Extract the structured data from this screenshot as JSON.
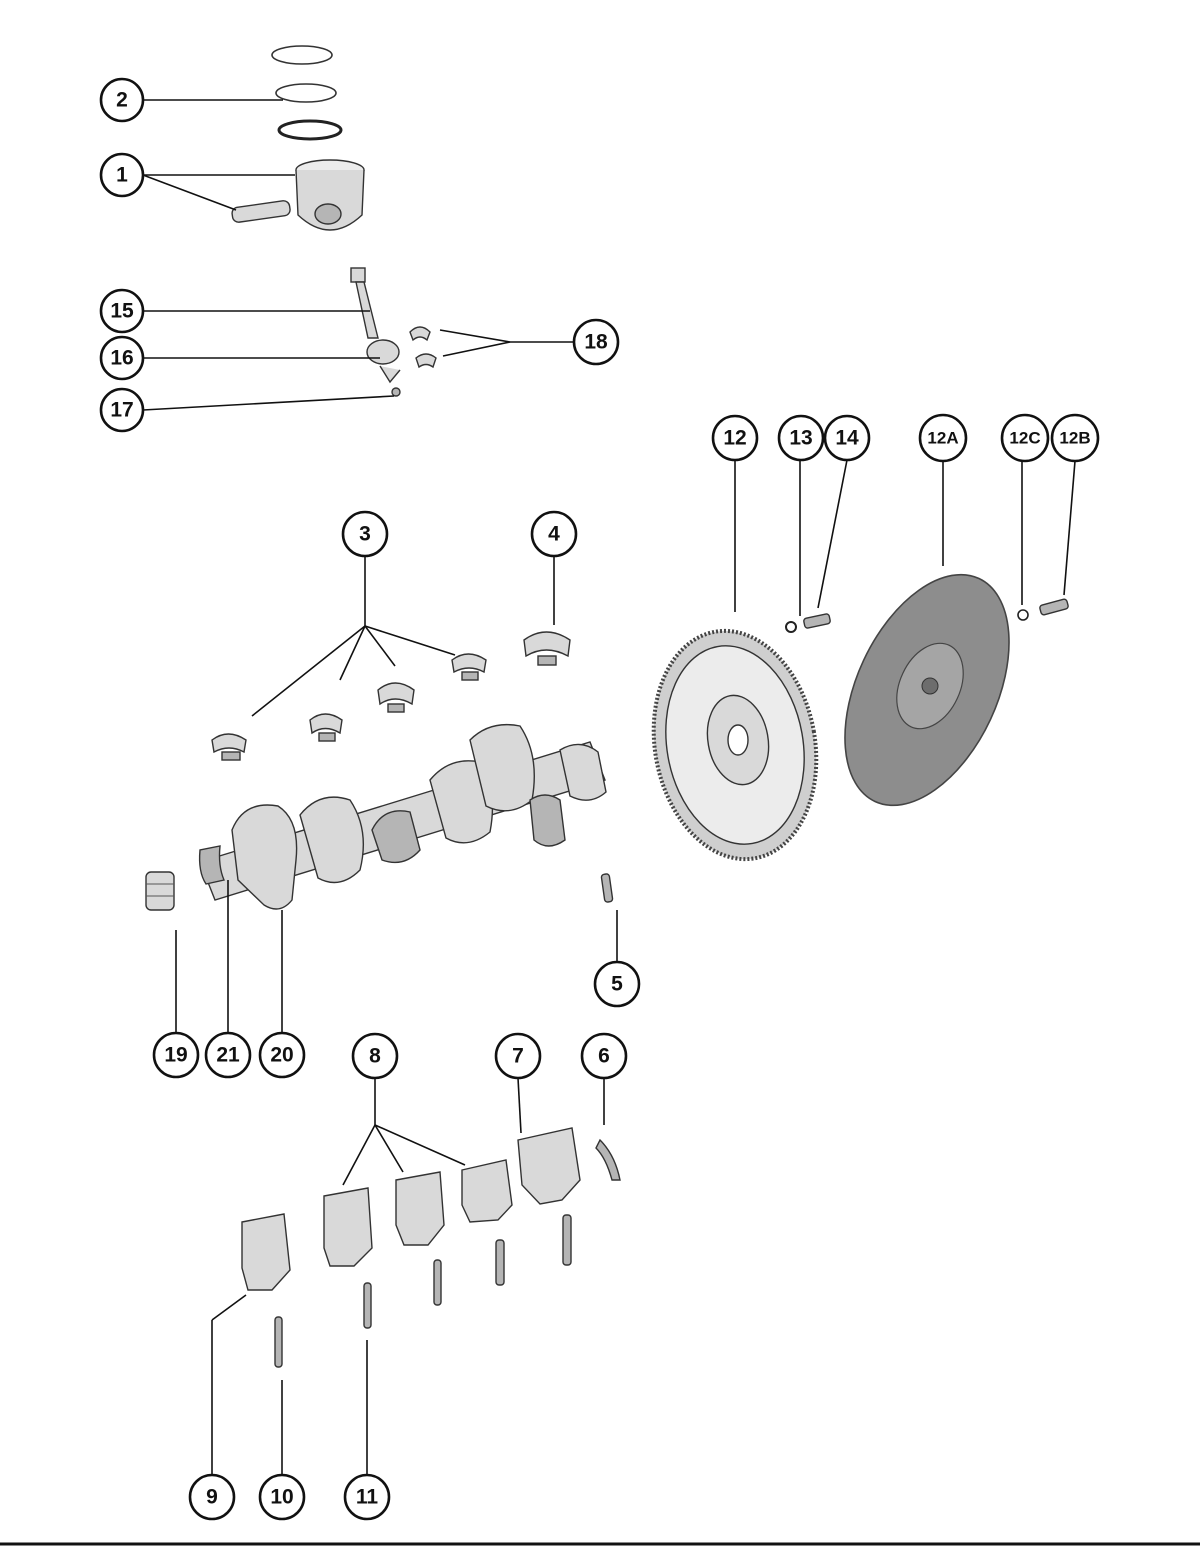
{
  "callouts": [
    {
      "id": "2",
      "label": "2"
    },
    {
      "id": "1",
      "label": "1"
    },
    {
      "id": "15",
      "label": "15"
    },
    {
      "id": "16",
      "label": "16"
    },
    {
      "id": "17",
      "label": "17"
    },
    {
      "id": "18",
      "label": "18"
    },
    {
      "id": "12",
      "label": "12"
    },
    {
      "id": "13",
      "label": "13"
    },
    {
      "id": "14",
      "label": "14"
    },
    {
      "id": "12A",
      "label": "12A"
    },
    {
      "id": "12C",
      "label": "12C"
    },
    {
      "id": "12B",
      "label": "12B"
    },
    {
      "id": "3",
      "label": "3"
    },
    {
      "id": "4",
      "label": "4"
    },
    {
      "id": "5",
      "label": "5"
    },
    {
      "id": "19",
      "label": "19"
    },
    {
      "id": "21",
      "label": "21"
    },
    {
      "id": "20",
      "label": "20"
    },
    {
      "id": "8",
      "label": "8"
    },
    {
      "id": "7",
      "label": "7"
    },
    {
      "id": "6",
      "label": "6"
    },
    {
      "id": "9",
      "label": "9"
    },
    {
      "id": "10",
      "label": "10"
    },
    {
      "id": "11",
      "label": "11"
    }
  ],
  "colors": {
    "ink": "#111111",
    "part_fill": "#d9d9d9",
    "background": "#ffffff"
  }
}
